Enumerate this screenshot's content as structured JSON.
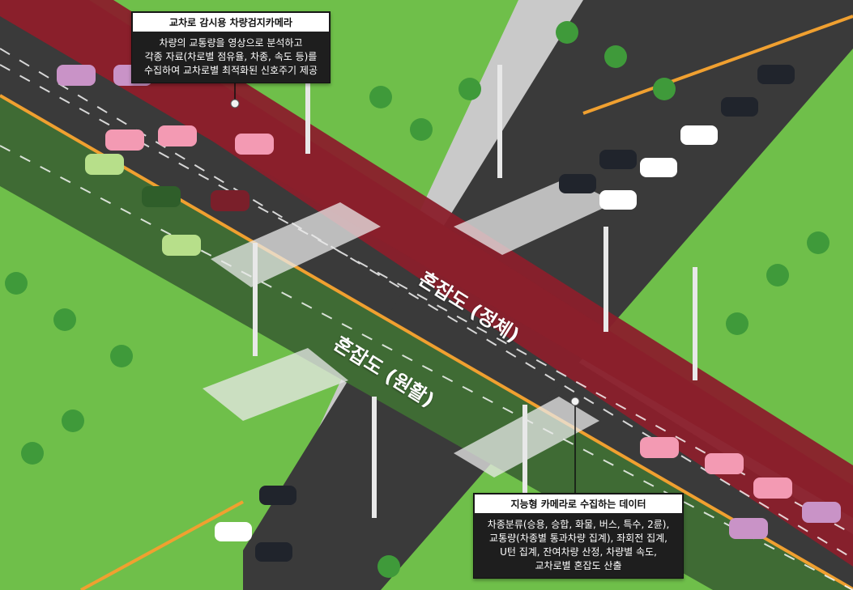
{
  "callouts": {
    "camera": {
      "title": "교차로 감시용 차량검지카메라",
      "body": "차량의 교통량을 영상으로 분석하고\n각종 자료(차로별 점유율, 차종, 속도 등)를\n수집하여 교차로별 최적화된 신호주기 제공"
    },
    "smart": {
      "title": "지능형 카메라로 수집하는 데이터",
      "body": "차종분류(승용, 승합, 화물, 버스, 특수, 2륜),\n교통량(차종별 통과차량 집계), 좌회전 집계,\nU턴 집계, 잔여차량 산정, 차량별 속도,\n교차로별 혼잡도 산출"
    }
  },
  "zones": {
    "congested": "혼잡도 (정체)",
    "smooth": "혼잡도 (원활)"
  },
  "colors": {
    "grass": "#6fbf4a",
    "road": "#3a3a3a",
    "congested": "#8a1f2b",
    "smooth": "#3f6b34",
    "lane_yellow": "#f0a030"
  }
}
